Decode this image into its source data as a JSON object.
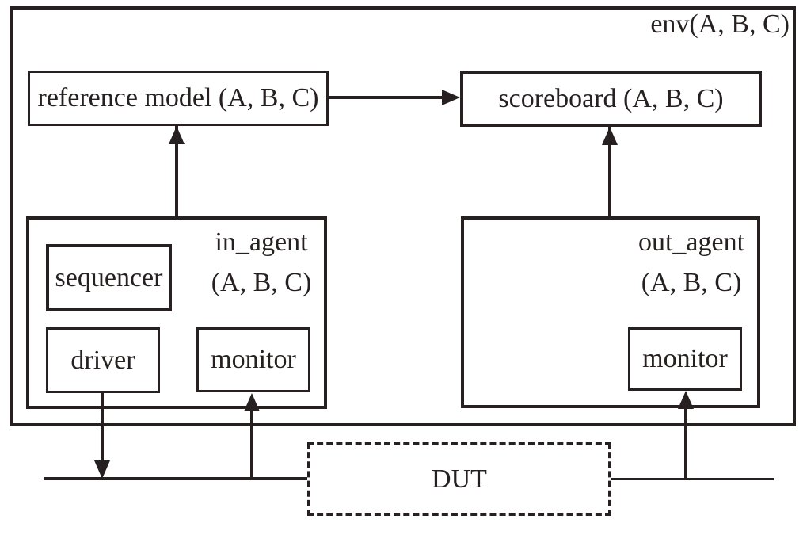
{
  "env": {
    "label": "env(A, B, C)"
  },
  "reference_model": {
    "label": "reference model (A, B, C)"
  },
  "scoreboard": {
    "label": "scoreboard (A, B, C)"
  },
  "in_agent": {
    "name": "in_agent",
    "params": "(A, B, C)",
    "sequencer": "sequencer",
    "driver": "driver",
    "monitor": "monitor"
  },
  "out_agent": {
    "name": "out_agent",
    "params": "(A, B, C)",
    "monitor": "monitor"
  },
  "dut": {
    "label": "DUT"
  },
  "colors": {
    "line": "#262120",
    "background": "#ffffff"
  }
}
